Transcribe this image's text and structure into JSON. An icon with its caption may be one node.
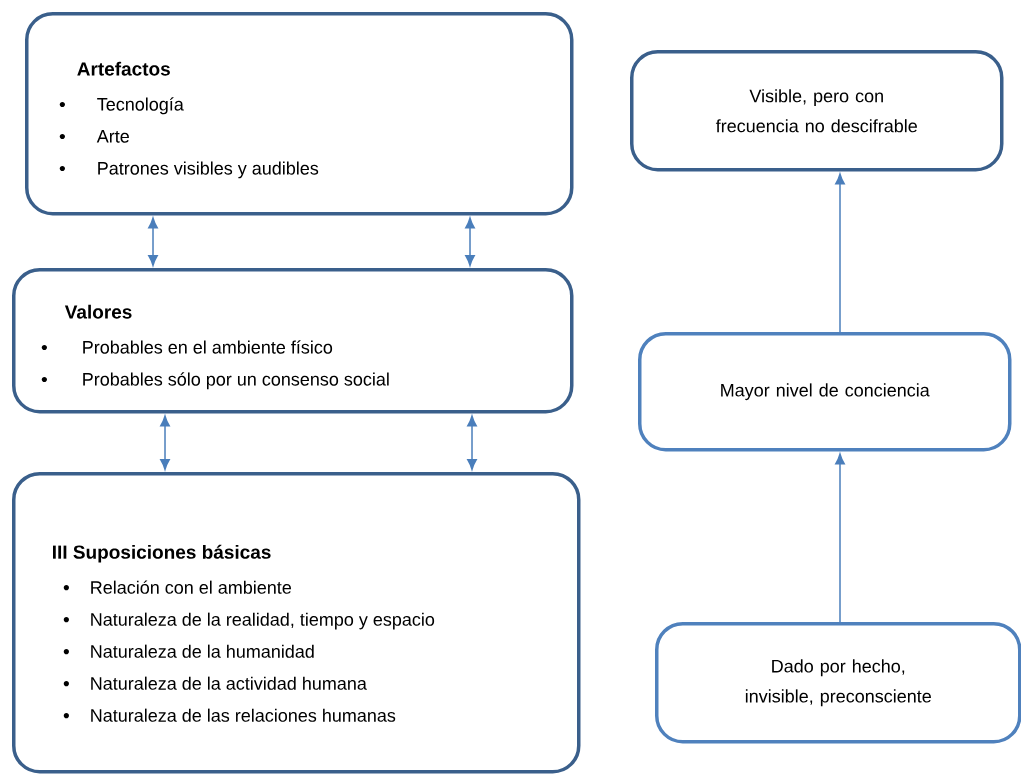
{
  "diagram": {
    "nodes": [
      {
        "text": [
          "Artefactos",
          "Tecnología",
          "Arte",
          "Patrones visibles y audibles"
        ]
      },
      {
        "text": [
          "Valores",
          "Probables en el ambiente físico",
          "Probables sólo por un consenso social"
        ]
      },
      {
        "text": [
          "III Suposiciones básicas",
          "Relación con el ambiente",
          "Naturaleza de la realidad, tiempo y espacio",
          "Naturaleza de la humanidad",
          "Naturaleza de la actividad humana",
          "Naturaleza de las relaciones humanas"
        ]
      },
      {
        "text": [
          "Visible, pero con frecuencia no descifrable"
        ]
      },
      {
        "text": [
          "Mayor nivel de conciencia"
        ]
      },
      {
        "text": [
          "Dado por hecho, invisible, preconsciente"
        ]
      }
    ],
    "edges": [
      {
        "from": 0,
        "to": 1,
        "arrow": "both"
      },
      {
        "from": 0,
        "to": 1,
        "arrow": "both"
      },
      {
        "from": 1,
        "to": 2,
        "arrow": "both"
      },
      {
        "from": 1,
        "to": 2,
        "arrow": "both"
      },
      {
        "from": 4,
        "to": 3,
        "arrow": "to"
      },
      {
        "from": 5,
        "to": 4,
        "arrow": "to"
      }
    ]
  }
}
